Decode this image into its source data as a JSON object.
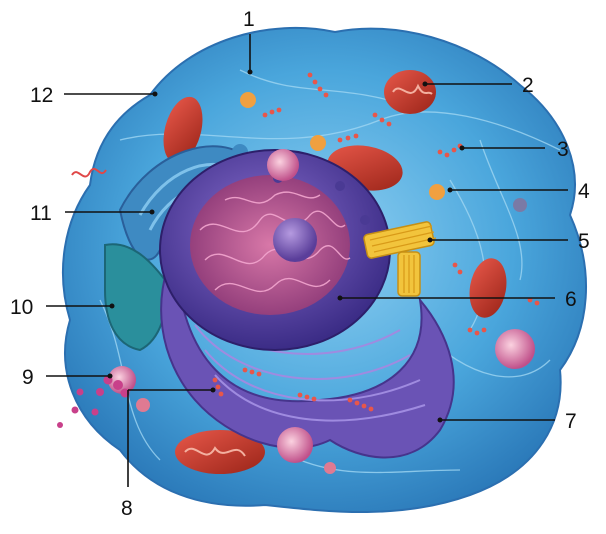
{
  "labels": [
    {
      "id": "1",
      "text": "1"
    },
    {
      "id": "2",
      "text": "2"
    },
    {
      "id": "3",
      "text": "3"
    },
    {
      "id": "4",
      "text": "4"
    },
    {
      "id": "5",
      "text": "5"
    },
    {
      "id": "6",
      "text": "6"
    },
    {
      "id": "7",
      "text": "7"
    },
    {
      "id": "8",
      "text": "8"
    },
    {
      "id": "9",
      "text": "9"
    },
    {
      "id": "10",
      "text": "10"
    },
    {
      "id": "11",
      "text": "11"
    },
    {
      "id": "12",
      "text": "12"
    }
  ],
  "colors": {
    "cytoplasm": "#4aa6dc",
    "nucleus": "#5c4aa8",
    "nucleoplasm": "#c0588c",
    "mitochondria": "#c93a2a",
    "er": "#6a53b5",
    "golgi": "#3c8ec0",
    "centriole": "#f2c43c",
    "vesicle": "#e07a92",
    "leader_line": "#111111"
  }
}
